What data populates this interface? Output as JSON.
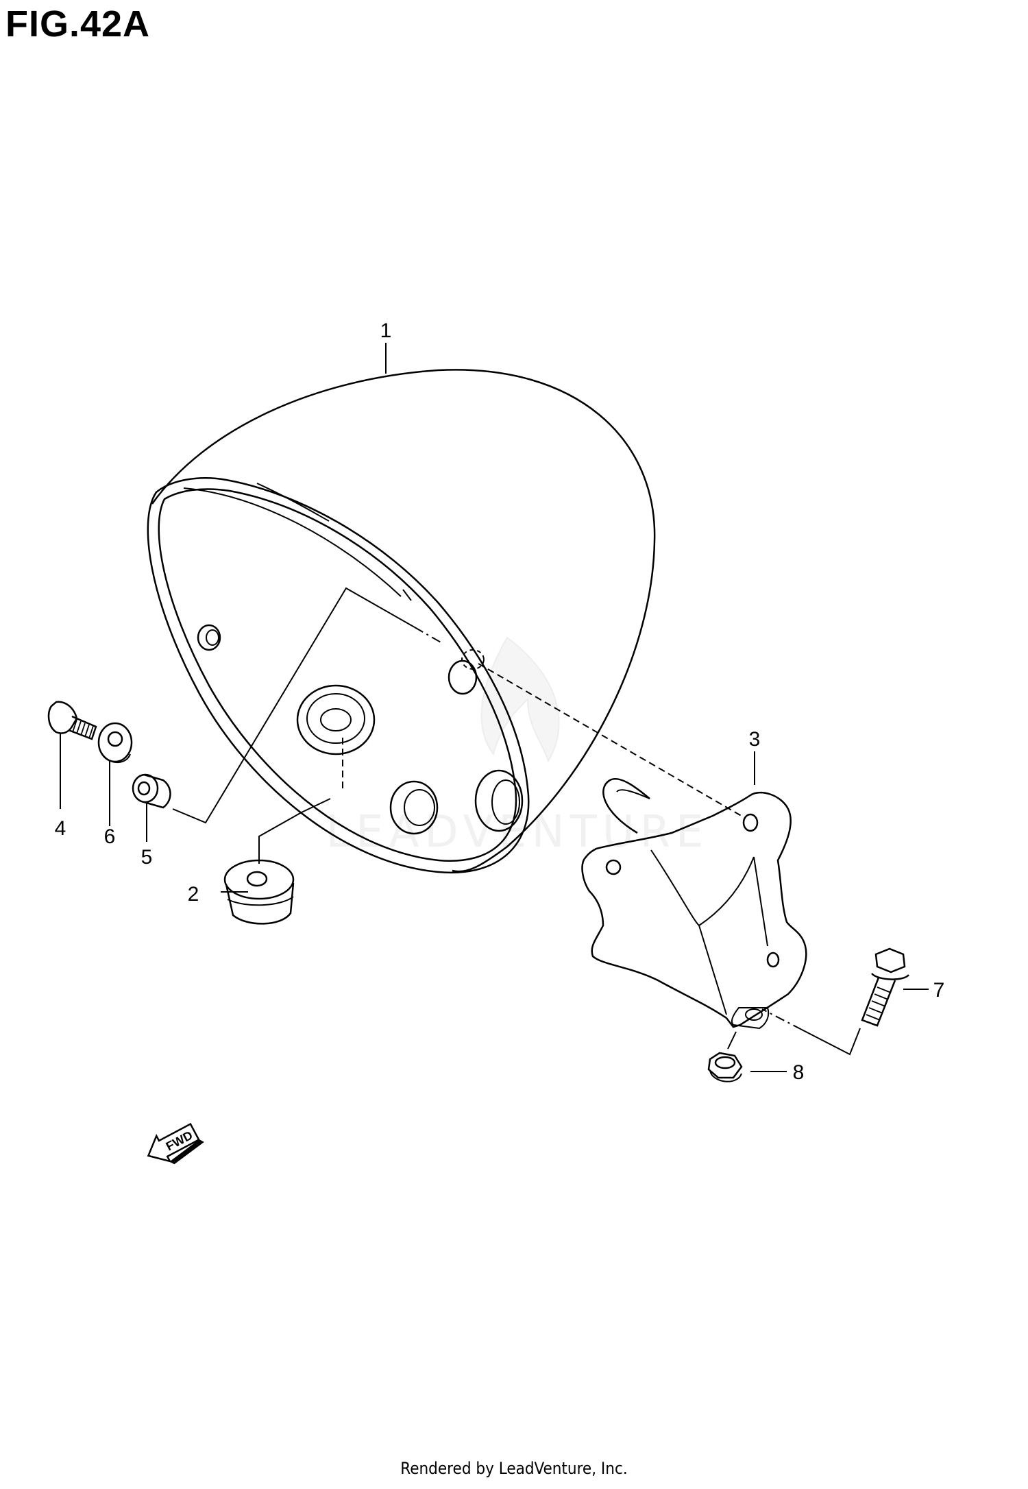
{
  "figure": {
    "title": "FIG.42A"
  },
  "callouts": [
    {
      "id": "1",
      "label": "1"
    },
    {
      "id": "2",
      "label": "2"
    },
    {
      "id": "3",
      "label": "3"
    },
    {
      "id": "4",
      "label": "4"
    },
    {
      "id": "5",
      "label": "5"
    },
    {
      "id": "6",
      "label": "6"
    },
    {
      "id": "7",
      "label": "7"
    },
    {
      "id": "8",
      "label": "8"
    }
  ],
  "direction_badge": {
    "text": "FWD"
  },
  "watermark": {
    "text": "LEADVENTURE"
  },
  "footer": {
    "text": "Rendered by LeadVenture, Inc."
  }
}
